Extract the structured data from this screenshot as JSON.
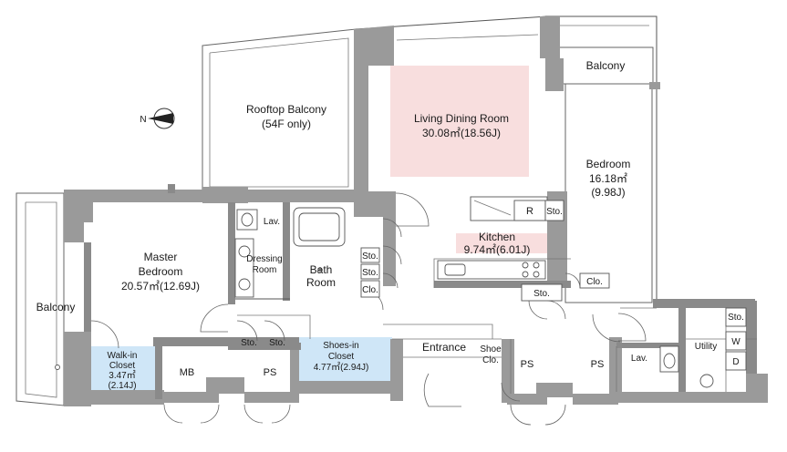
{
  "rooms": {
    "rooftop_balcony": {
      "name": "Rooftop Balcony",
      "note": "(54F only)"
    },
    "living_dining": {
      "name": "Living Dining Room",
      "area": "30.08㎡(18.56J)"
    },
    "bedroom": {
      "name": "Bedroom",
      "area": "16.18㎡",
      "tatami": "(9.98J)"
    },
    "balcony_top": {
      "name": "Balcony"
    },
    "balcony_left": {
      "name": "Balcony"
    },
    "master_bedroom": {
      "name1": "Master",
      "name2": "Bedroom",
      "area": "20.57㎡(12.69J)"
    },
    "dressing_room": {
      "name1": "Dressing",
      "name2": "Room"
    },
    "lav_upper": {
      "name": "Lav."
    },
    "bath_room": {
      "name1": "Bath",
      "name2": "Room"
    },
    "kitchen": {
      "name": "Kitchen",
      "area": "9.74㎡(6.01J)"
    },
    "walkin_closet": {
      "name1": "Walk-in",
      "name2": "Closet",
      "area": "3.47㎡",
      "tatami": "(2.14J)"
    },
    "shoes_in_closet": {
      "name1": "Shoes-in",
      "name2": "Closet",
      "area": "4.77㎡(2.94J)"
    },
    "entrance": {
      "name": "Entrance"
    },
    "shoe_closet": {
      "name1": "Shoe",
      "name2": "Clo."
    },
    "lav_lower": {
      "name": "Lav."
    },
    "utility": {
      "name": "Utility"
    }
  },
  "small_labels": {
    "mb": "MB",
    "ps1": "PS",
    "ps2": "PS",
    "ps3": "PS",
    "sto_bath1": "Sto.",
    "sto_bath2": "Sto.",
    "clo_bath": "Clo.",
    "sto_kitchen_top": "Sto.",
    "fridge": "R",
    "sto_kitchen_bottom": "Sto.",
    "clo_bedroom": "Clo.",
    "sto_hall1": "Sto.",
    "sto_hall2": "Sto.",
    "sto_utility": "Sto.",
    "washer": "W",
    "dryer": "D"
  },
  "compass": {
    "label": "N"
  },
  "colors": {
    "wall": "#9a9a9a",
    "closet": "#cfe6f7",
    "living_highlight": "#f8dede"
  }
}
